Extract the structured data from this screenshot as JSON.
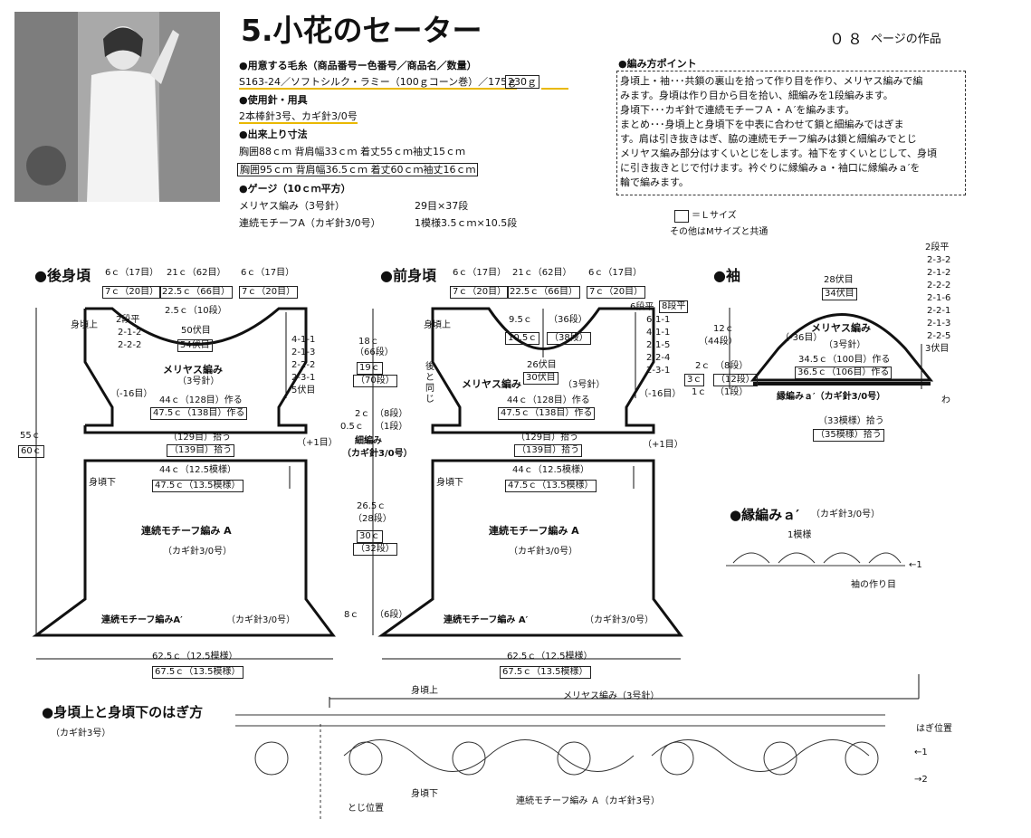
{
  "title": "5.小花のセーター",
  "page_ref": {
    "num": "０８",
    "label": "ページの作品"
  },
  "materials": {
    "yarn_heading": "●用意する毛糸（商品番号ー色番号／商品名／数量）",
    "yarn_line": "S163-24／ソフトシルク・ラミー（100ｇコーン巻）／175ｇ",
    "yarn_l": "230ｇ",
    "needle_heading": "●使用針・用具",
    "needle_line": "2本棒針3号、カギ針3/0号",
    "size_heading": "●出来上り寸法",
    "size_m": "胸囲88ｃｍ 背肩幅33ｃｍ 着丈55ｃｍ袖丈15ｃｍ",
    "size_l": "胸囲95ｃｍ 背肩幅36.5ｃｍ 着丈60ｃｍ袖丈16ｃｍ",
    "gauge_heading": "●ゲージ（10ｃｍ平方）",
    "gauge1_name": "メリヤス編み（3号針）",
    "gauge1_val": "29目×37段",
    "gauge2_name": "連続モチーフA（カギ針3/0号）",
    "gauge2_val": "1模様3.5ｃｍ×10.5段"
  },
  "points": {
    "heading": "●編み方ポイント",
    "lines": [
      "身頃上・袖･･･共鎖の裏山を拾って作り目を作り、メリヤス編みで編",
      "みます。身頃は作り目から目を拾い、細編みを1段編みます。",
      "身頃下･･･カギ針で連続モチーフＡ・Ａ′を編みます。",
      "まとめ･･･身頃上と身頃下を中表に合わせて鎖と細編みではぎま",
      "す。肩は引き抜きはぎ、脇の連続モチーフ編みは鎖と細編みでとじ",
      "メリヤス編み部分はすくいとじをします。袖下をすくいとじして、身頃",
      "に引き抜きとじで付けます。衿ぐりに縁編みａ・袖口に縁編みａ′を",
      "輪で編みます。"
    ]
  },
  "legend": {
    "l_size": "＝Ｌサイズ",
    "other": "その他はMサイズと共通"
  },
  "back": {
    "heading": "●後身頃",
    "top": [
      "6ｃ（17目）",
      "21ｃ（62目）",
      "6ｃ（17目）"
    ],
    "top_l": [
      "7ｃ（20目）",
      "22.5ｃ（66目）",
      "7ｃ（20目）"
    ],
    "neck_depth": "2.5ｃ（10段）",
    "neck_m": "50伏目",
    "neck_l": "54伏目",
    "neck_dec": [
      "2段平",
      "2-1-2",
      "2-2-2"
    ],
    "side_dec": [
      "4-1-1",
      "2-1-3",
      "2-2-2",
      "2-3-1",
      "5伏目"
    ],
    "upper_label": "身頃上",
    "stitch": "メリヤス編み",
    "needle": "（3号針）",
    "minus16": "（-16目）",
    "cast_m": "44ｃ（128目）作る",
    "cast_l": "47.5ｃ（138目）作る",
    "pick_m": "（129目）拾う",
    "pick_l": "（139目）拾う",
    "plus1": "（+1目）",
    "total_m": "55ｃ",
    "total_l": "60ｃ",
    "lower_label": "身頃下",
    "lower_w_m": "44ｃ（12.5模様）",
    "lower_w_l": "47.5ｃ（13.5模様）",
    "motif_a": "連続モチーフ編み A",
    "hook": "（カギ針3/0号）",
    "motif_a2": "連続モチーフ編みA′",
    "hook2": "（カギ針3/0号）",
    "bottom_m": "62.5ｃ（12.5模様）",
    "bottom_l": "67.5ｃ（13.5模様）"
  },
  "mid": {
    "h18": "18ｃ",
    "r66": "（66段）",
    "h19": "19ｃ",
    "r70": "（70段）",
    "h2": "2ｃ",
    "r8": "（8段）",
    "h05": "0.5ｃ",
    "r1": "（1段）",
    "sc": "細編み",
    "sc_hook": "（カギ針3/0号）",
    "h265": "26.5ｃ",
    "r28": "（28段）",
    "h30": "30ｃ",
    "r32": "（32段）",
    "h8": "8ｃ",
    "r6": "（6段）"
  },
  "front": {
    "heading": "●前身頃",
    "top": [
      "6ｃ（17目）",
      "21ｃ（62目）",
      "6ｃ（17目）"
    ],
    "top_l": [
      "7ｃ（20目）",
      "22.5ｃ（66目）",
      "7ｃ（20目）"
    ],
    "neck_depth_m": "9.5ｃ",
    "neck_rows_m": "（36段）",
    "neck_depth_l": "10.5ｃ",
    "neck_rows_l": "（38段）",
    "neck_m": "26伏目",
    "neck_l": "30伏目",
    "dec_top_m": "6段平",
    "dec_top_l": "8段平",
    "neck_dec": [
      "6-1-1",
      "4-1-1",
      "2-1-5",
      "2-2-4",
      "2-3-1"
    ],
    "upper_label": "身頃上",
    "same_as_back": "後と同じ",
    "stitch": "メリヤス編み",
    "needle": "（3号針）",
    "minus16": "（-16目）",
    "cast_m": "44ｃ（128目）作る",
    "cast_l": "47.5ｃ（138目）作る",
    "pick_m": "（129目）拾う",
    "pick_l": "（139目）拾う",
    "plus1": "（+1目）",
    "lower_label": "身頃下",
    "lower_w_m": "44ｃ（12.5模様）",
    "lower_w_l": "47.5ｃ（13.5模様）",
    "motif_a": "連続モチーフ編み A",
    "hook": "（カギ針3/0号）",
    "motif_a2": "連続モチーフ編み A′",
    "hook2": "（カギ針3/0号）",
    "bottom_m": "62.5ｃ（12.5模様）",
    "bottom_l": "67.5ｃ（13.5模様）"
  },
  "sleeve": {
    "heading": "●袖",
    "top_m": "28伏目",
    "top_l": "34伏目",
    "h12": "12ｃ",
    "r44": "（44段）",
    "minus36": "（-36目）",
    "stitch": "メリヤス編み",
    "needle": "（3号針）",
    "h2": "2ｃ",
    "r8": "（8段）",
    "h3": "3ｃ",
    "r12": "（12段）",
    "h1": "1ｃ",
    "r1": "（1段）",
    "w_m": "34.5ｃ（100目）作る",
    "w_l": "36.5ｃ（106目）作る",
    "edge": "縁編みａ′（カギ針3/0号）",
    "wa": "わ",
    "pick_m": "（33模様）拾う",
    "pick_l": "（35模様）拾う",
    "cap_dec": [
      "2段平",
      "2-3-2",
      "2-1-2",
      "2-2-2",
      "2-1-6",
      "2-2-1",
      "2-1-3",
      "2-2-5",
      "3伏目"
    ]
  },
  "edge_a": {
    "heading": "●縁編みａ′",
    "hook": "（カギ針3/0号）",
    "repeat": "1模様",
    "start": "袖の作り目",
    "row": "←1"
  },
  "join": {
    "heading": "●身頃上と身頃下のはぎ方",
    "hook": "（カギ針3号）",
    "upper": "身頃上",
    "upper_stitch": "メリヤス編み（3号針）",
    "seam": "はぎ位置",
    "row1": "←1",
    "row2": "→2",
    "lower": "身頃下",
    "motif": "連続モチーフ編み Ａ（カギ針3号）",
    "close": "とじ位置"
  }
}
